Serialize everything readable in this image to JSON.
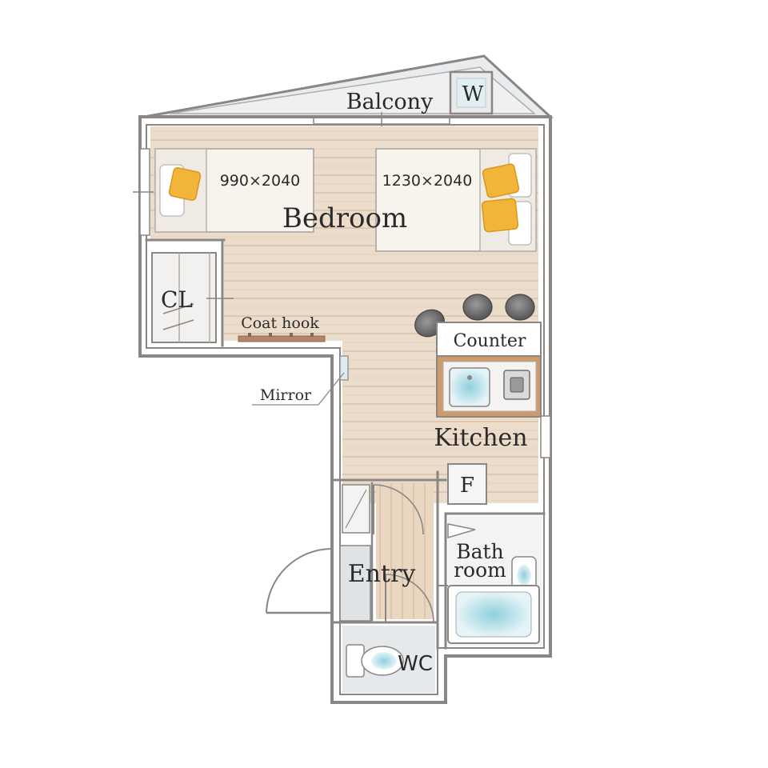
{
  "labels": {
    "balcony": "Balcony",
    "washer": "W",
    "bed_single_size": "990×2040",
    "bed_double_size": "1230×2040",
    "bedroom": "Bedroom",
    "closet": "CL",
    "coat_hook": "Coat hook",
    "counter": "Counter",
    "mirror": "Mirror",
    "kitchen": "Kitchen",
    "fridge": "F",
    "bath_line1": "Bath",
    "bath_line2": "room",
    "entry": "Entry",
    "wc": "WC"
  },
  "colors": {
    "wall": "#8a8683",
    "floor_wood": "#ecdccb",
    "floor_wood_line": "#dcc6b0",
    "balcony_fill": "#e9ecee",
    "bedding": "#f7f4ee",
    "pillow": "#f3b43a",
    "water": "#9fd3de",
    "stool": "#6b6b6b",
    "counter_wood": "#cc9a6b",
    "wet_floor": "#dfe3e6"
  }
}
